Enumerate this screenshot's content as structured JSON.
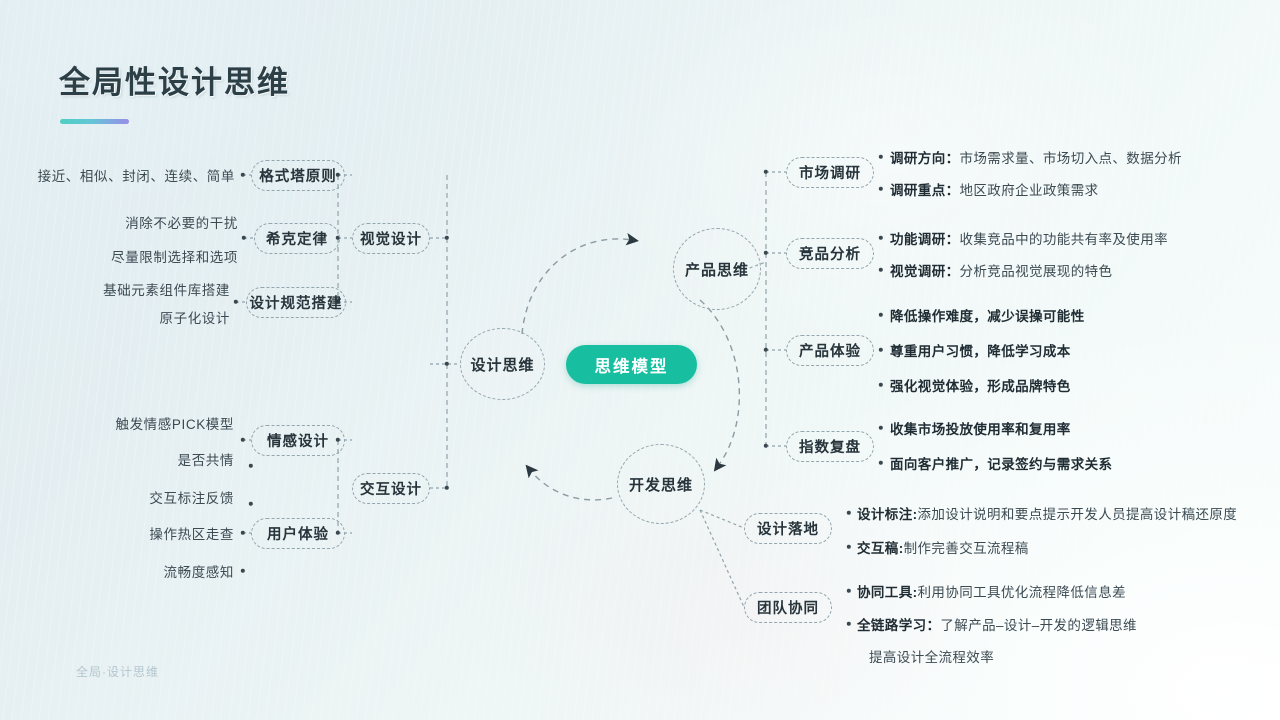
{
  "header": {
    "title": "全局性设计思维",
    "footer": "全局·设计思维"
  },
  "colors": {
    "accent_teal": "#17bfa0",
    "rule_start": "#4ecec3",
    "rule_end": "#9a8ce9",
    "background": "#e3edf1",
    "node_border": "#93a5ad",
    "text": "#3c4a52"
  },
  "core": {
    "label": "思维模型"
  },
  "thinking_circles": [
    {
      "label": "设计思维"
    },
    {
      "label": "产品思维"
    },
    {
      "label": "开发思维"
    }
  ],
  "design_branch": {
    "groups": [
      {
        "label": "视觉设计",
        "nodes": [
          {
            "label": "格式塔原则",
            "leaves": [
              "接近、相似、封闭、连续、简单"
            ]
          },
          {
            "label": "希克定律",
            "leaves": [
              "消除不必要的干扰",
              "尽量限制选择和选项"
            ]
          },
          {
            "label": "设计规范搭建",
            "leaves": [
              "基础元素组件库搭建",
              "原子化设计"
            ]
          }
        ]
      },
      {
        "label": "交互设计",
        "nodes": [
          {
            "label": "情感设计",
            "leaves": [
              "触发情感PICK模型",
              "是否共情"
            ]
          },
          {
            "label": "用户体验",
            "leaves": [
              "交互标注反馈",
              "操作热区走查",
              "流畅度感知"
            ]
          }
        ]
      }
    ]
  },
  "product_branch": {
    "nodes": [
      {
        "label": "市场调研",
        "details": [
          {
            "key": "调研方向：",
            "value": "市场需求量、市场切入点、数据分析"
          },
          {
            "key": "调研重点：",
            "value": "地区政府企业政策需求"
          }
        ]
      },
      {
        "label": "竞品分析",
        "details": [
          {
            "key": "功能调研：",
            "value": "收集竞品中的功能共有率及使用率"
          },
          {
            "key": "视觉调研：",
            "value": "分析竞品视觉展现的特色"
          }
        ]
      },
      {
        "label": "产品体验",
        "details": [
          {
            "key": "降低操作难度，减少误操可能性",
            "value": ""
          },
          {
            "key": "尊重用户习惯，降低学习成本",
            "value": ""
          },
          {
            "key": "强化视觉体验，形成品牌特色",
            "value": ""
          }
        ]
      },
      {
        "label": "指数复盘",
        "details": [
          {
            "key": "收集市场投放使用率和复用率",
            "value": ""
          },
          {
            "key": "面向客户推广，记录签约与需求关系",
            "value": ""
          }
        ]
      }
    ]
  },
  "dev_branch": {
    "nodes": [
      {
        "label": "设计落地",
        "details": [
          {
            "key": "设计标注:",
            "value": "添加设计说明和要点提示开发人员提高设计稿还原度"
          },
          {
            "key": "交互稿:",
            "value": "制作完善交互流程稿"
          }
        ]
      },
      {
        "label": "团队协同",
        "details": [
          {
            "key": "协同工具:",
            "value": "利用协同工具优化流程降低信息差"
          },
          {
            "key": "全链路学习：",
            "value": "了解产品–设计–开发的逻辑思维"
          }
        ],
        "continuation": "提高设计全流程效率"
      }
    ]
  }
}
